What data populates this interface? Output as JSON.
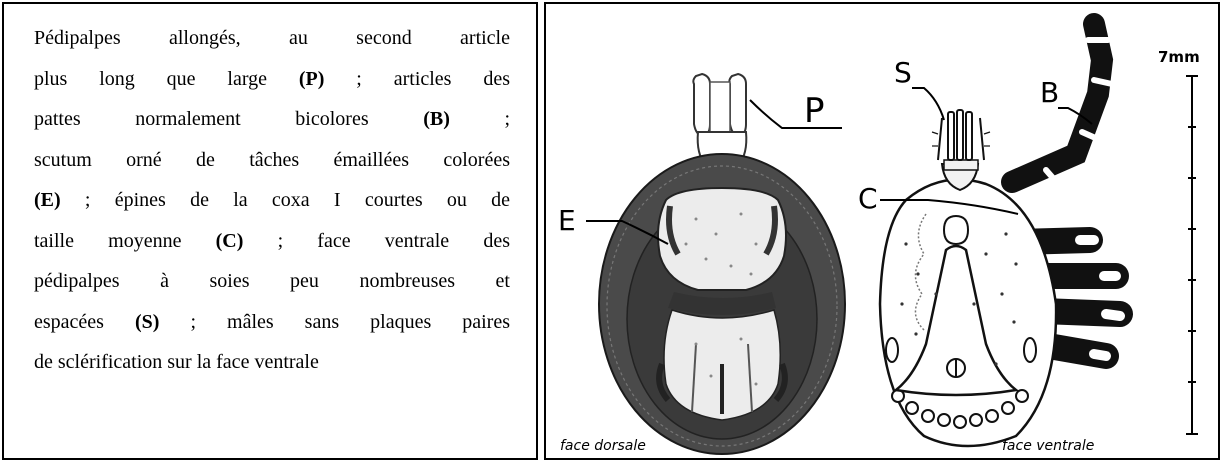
{
  "description": {
    "lines": [
      [
        "Pédipalpes allongés, au second article",
        ""
      ],
      [
        "plus long que large ",
        "(P)",
        " ; articles des"
      ],
      [
        "pattes normalement bicolores ",
        "(B)",
        " ;"
      ],
      [
        "scutum orné de tâches émaillées colorées"
      ],
      [
        "(E)",
        " ; épines de la coxa I courtes ou de"
      ],
      [
        "taille moyenne ",
        "(C)",
        " ; face ventrale des"
      ],
      [
        "pédipalpes à soies peu nombreuses et"
      ],
      [
        "espacées ",
        "(S)",
        " ; mâles sans plaques paires"
      ],
      [
        "de sclérification sur la face ventrale"
      ]
    ]
  },
  "figure": {
    "labels": {
      "P": "P",
      "E": "E",
      "S": "S",
      "B": "B",
      "C": "C"
    },
    "scale_label": "7mm",
    "caption_dorsal": "face dorsale",
    "caption_ventral": "face ventrale"
  }
}
